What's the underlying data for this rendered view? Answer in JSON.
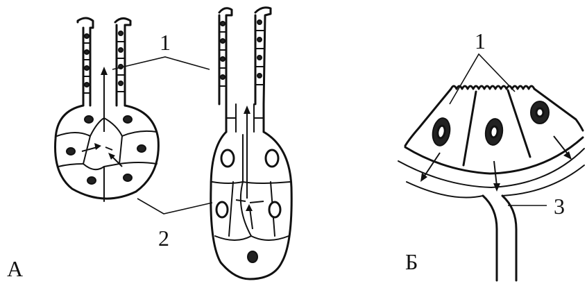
{
  "labels": {
    "panel_a": "А",
    "panel_b": "Б",
    "marker_1_left": "1",
    "marker_2": "2",
    "marker_1_right": "1",
    "marker_3": "3"
  }
}
